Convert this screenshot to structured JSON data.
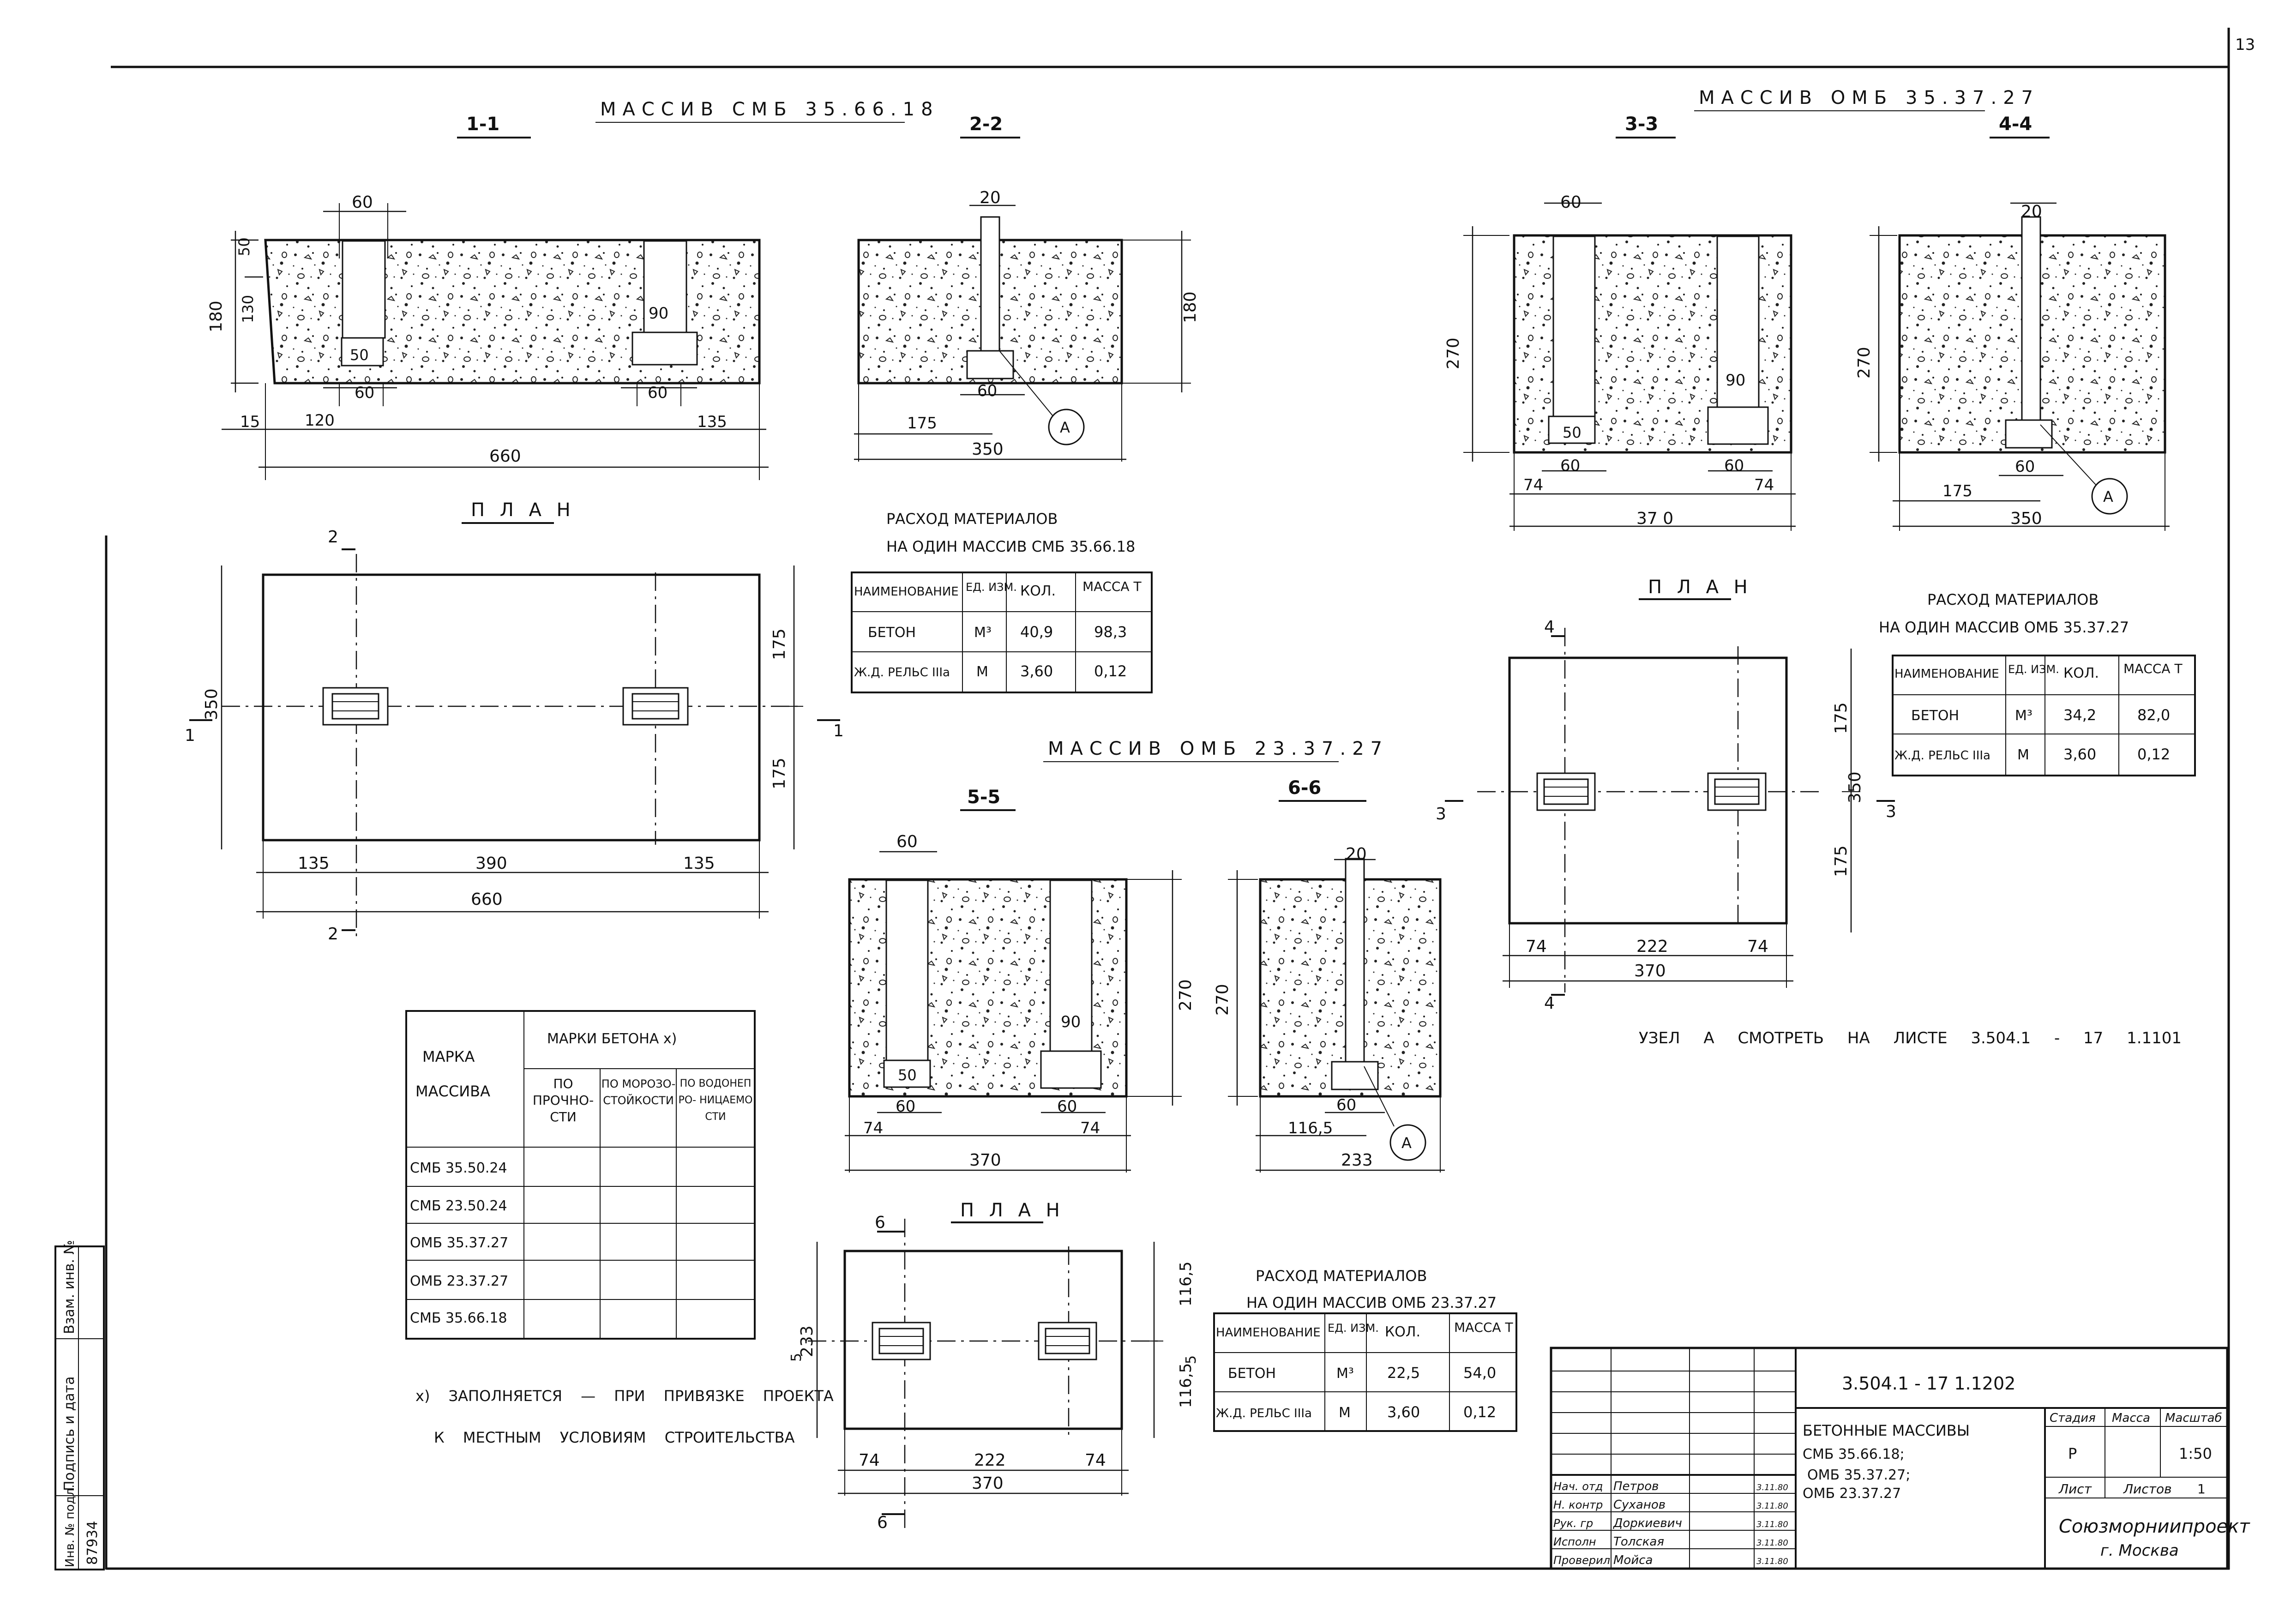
{
  "page_number": "13",
  "section_smb": {
    "title": "МАССИВ СМБ 35.66.18",
    "cut_1": "1-1",
    "cut_2": "2-2",
    "cut1_dims": {
      "top_slot": "60",
      "h_total": "180",
      "h_top": "50",
      "h_mid": "130",
      "pocket": "90",
      "bottom_50": "50",
      "bottom_60a": "60",
      "bottom_60b": "60",
      "left15": "15",
      "left120": "120",
      "right135": "135",
      "total": "660"
    },
    "cut2_dims": {
      "slot": "20",
      "h": "180",
      "b60": "60",
      "left175": "175",
      "total": "350",
      "node": "А"
    },
    "plan": {
      "title": "П Л А Н",
      "h175a": "175",
      "h175b": "175",
      "w350": "350",
      "d135a": "135",
      "d390": "390",
      "d135b": "135",
      "total": "660",
      "mark1": "1",
      "mark2": "2"
    }
  },
  "materials_smb": {
    "title_line1": "РАСХОД МАТЕРИАЛОВ",
    "title_line2": "НА ОДИН МАССИВ СМБ 35.66.18",
    "headers": [
      "НАИМЕНОВАНИЕ",
      "ЕД. ИЗМ.",
      "КОЛ.",
      "МАССА Т"
    ],
    "rows": [
      [
        "БЕТОН",
        "М³",
        "40,9",
        "98,3"
      ],
      [
        "Ж.Д. РЕЛЬС IIIа",
        "М",
        "3,60",
        "0,12"
      ]
    ]
  },
  "section_omb3537": {
    "title": "МАССИВ ОМБ 35.37.27",
    "cut_3": "3-3",
    "cut_4": "4-4",
    "cut3_dims": {
      "top": "60",
      "h": "270",
      "pocket": "90",
      "b50": "50",
      "b60a": "60",
      "b60b": "60",
      "l74": "74",
      "r74": "74",
      "total": "37 0"
    },
    "cut4_dims": {
      "slot": "20",
      "h": "270",
      "b60": "60",
      "left175": "175",
      "total": "350",
      "node": "А"
    },
    "plan": {
      "title": "П Л А Н",
      "h175a": "175",
      "h175b": "175",
      "w350": "350",
      "d74a": "74",
      "d222": "222",
      "d74b": "74",
      "total": "370",
      "mark3": "3",
      "mark4": "4"
    }
  },
  "materials_omb3537": {
    "title_line1": "РАСХОД МАТЕРИАЛОВ",
    "title_line2": "НА ОДИН МАССИВ ОМБ 35.37.27",
    "headers": [
      "НАИМЕНОВАНИЕ",
      "ЕД. ИЗМ.",
      "КОЛ.",
      "МАССА Т"
    ],
    "rows": [
      [
        "БЕТОН",
        "М³",
        "34,2",
        "82,0"
      ],
      [
        "Ж.Д. РЕЛЬС IIIа",
        "М",
        "3,60",
        "0,12"
      ]
    ]
  },
  "section_omb2337": {
    "title": "МАССИВ ОМБ 23.37.27",
    "cut_5": "5-5",
    "cut_6": "6-6",
    "cut5_dims": {
      "top": "60",
      "h": "270",
      "pocket": "90",
      "b50": "50",
      "b60a": "60",
      "b60b": "60",
      "l74": "74",
      "r74": "74",
      "total": "370"
    },
    "cut6_dims": {
      "slot": "20",
      "h": "270",
      "b60": "60",
      "left": "116,5",
      "total": "233",
      "node": "А"
    },
    "plan": {
      "title": "П Л А Н",
      "h116a": "116,5",
      "h116b": "116,5",
      "w233": "233",
      "d74a": "74",
      "d222": "222",
      "d74b": "74",
      "total": "370",
      "mark5": "5",
      "mark6": "6"
    }
  },
  "materials_omb2337": {
    "title_line1": "РАСХОД МАТЕРИАЛОВ",
    "title_line2": "НА ОДИН МАССИВ ОМБ 23.37.27",
    "headers": [
      "НАИМЕНОВАНИЕ",
      "ЕД. ИЗМ.",
      "КОЛ.",
      "МАССА Т"
    ],
    "rows": [
      [
        "БЕТОН",
        "М³",
        "22,5",
        "54,0"
      ],
      [
        "Ж.Д. РЕЛЬС IIIа",
        "М",
        "3,60",
        "0,12"
      ]
    ]
  },
  "node_note": "УЗЕЛ А СМОТРЕТЬ НА ЛИСТЕ 3.504.1 - 17 1.1101",
  "concrete_grades": {
    "col_mark_1": "МАРКА",
    "col_mark_2": "МАССИВА",
    "group_title": "МАРКИ БЕТОНА x)",
    "sub1": "ПО ПРОЧНО- СТИ",
    "sub2": "ПО МОРОЗО- СТОЙКОСТИ",
    "sub3": "ПО ВОДОНЕПРО- НИЦАЕМОСТИ",
    "rows": [
      "СМБ 35.50.24",
      "СМБ 23.50.24",
      "ОМБ 35.37.27",
      "ОМБ 23.37.27",
      "СМБ 35.66.18"
    ]
  },
  "footnote_line1": "x) ЗАПОЛНЯЕТСЯ — ПРИ ПРИВЯЗКЕ ПРОЕКТА",
  "footnote_line2": "К МЕСТНЫМ УСЛОВИЯМ СТРОИТЕЛЬСТВА",
  "side_stamp": {
    "inv": "Инв. № подл.",
    "sign": "Подпись и дата",
    "vzam": "Взам. инв. №",
    "number": "87934"
  },
  "title_block": {
    "code": "3.504.1 - 17 1.1202",
    "name_line1": "БЕТОННЫЕ МАССИВЫ",
    "name_line2": "СМБ 35.66.18;",
    "name_line3": "ОМБ 35.37.27;",
    "name_line4": "ОМБ 23.37.27",
    "stage_h": "Стадия",
    "mass_h": "Масса",
    "scale_h": "Масштаб",
    "stage": "Р",
    "scale": "1:50",
    "sheet_h": "Лист",
    "sheets_h": "Листов",
    "sheets": "1",
    "org_line1": "Союзморниипроект",
    "org_line2": "г. Москва",
    "staff": [
      {
        "role": "Нач. отд",
        "name": "Петров",
        "date": "3.11.80"
      },
      {
        "role": "Н. контр",
        "name": "Суханов",
        "date": "3.11.80"
      },
      {
        "role": "Рук. гр",
        "name": "Доркиевич",
        "date": "3.11.80"
      },
      {
        "role": "Исполн",
        "name": "Толская",
        "date": "3.11.80"
      },
      {
        "role": "Проверил",
        "name": "Мойса",
        "date": "3.11.80"
      }
    ]
  }
}
